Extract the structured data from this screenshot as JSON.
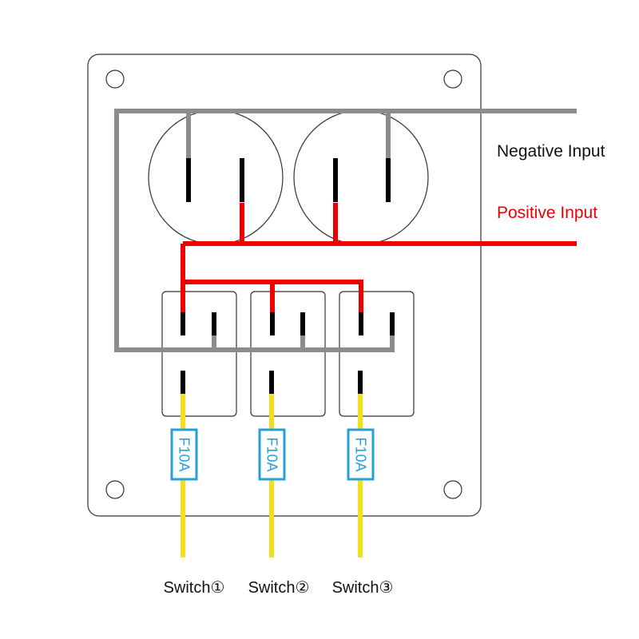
{
  "labels": {
    "negative_input": "Negative Input",
    "positive_input": "Positive Input",
    "switches": [
      "Switch①",
      "Switch②",
      "Switch③"
    ]
  },
  "fuses": [
    "F10A",
    "F10A",
    "F10A"
  ],
  "colors": {
    "negative_wire": "#8c8c8c",
    "positive_wire": "#ee0000",
    "output_wire": "#f2e01a",
    "fuse_border": "#2a9fd6",
    "terminal": "#000000",
    "outline": "#333333"
  }
}
